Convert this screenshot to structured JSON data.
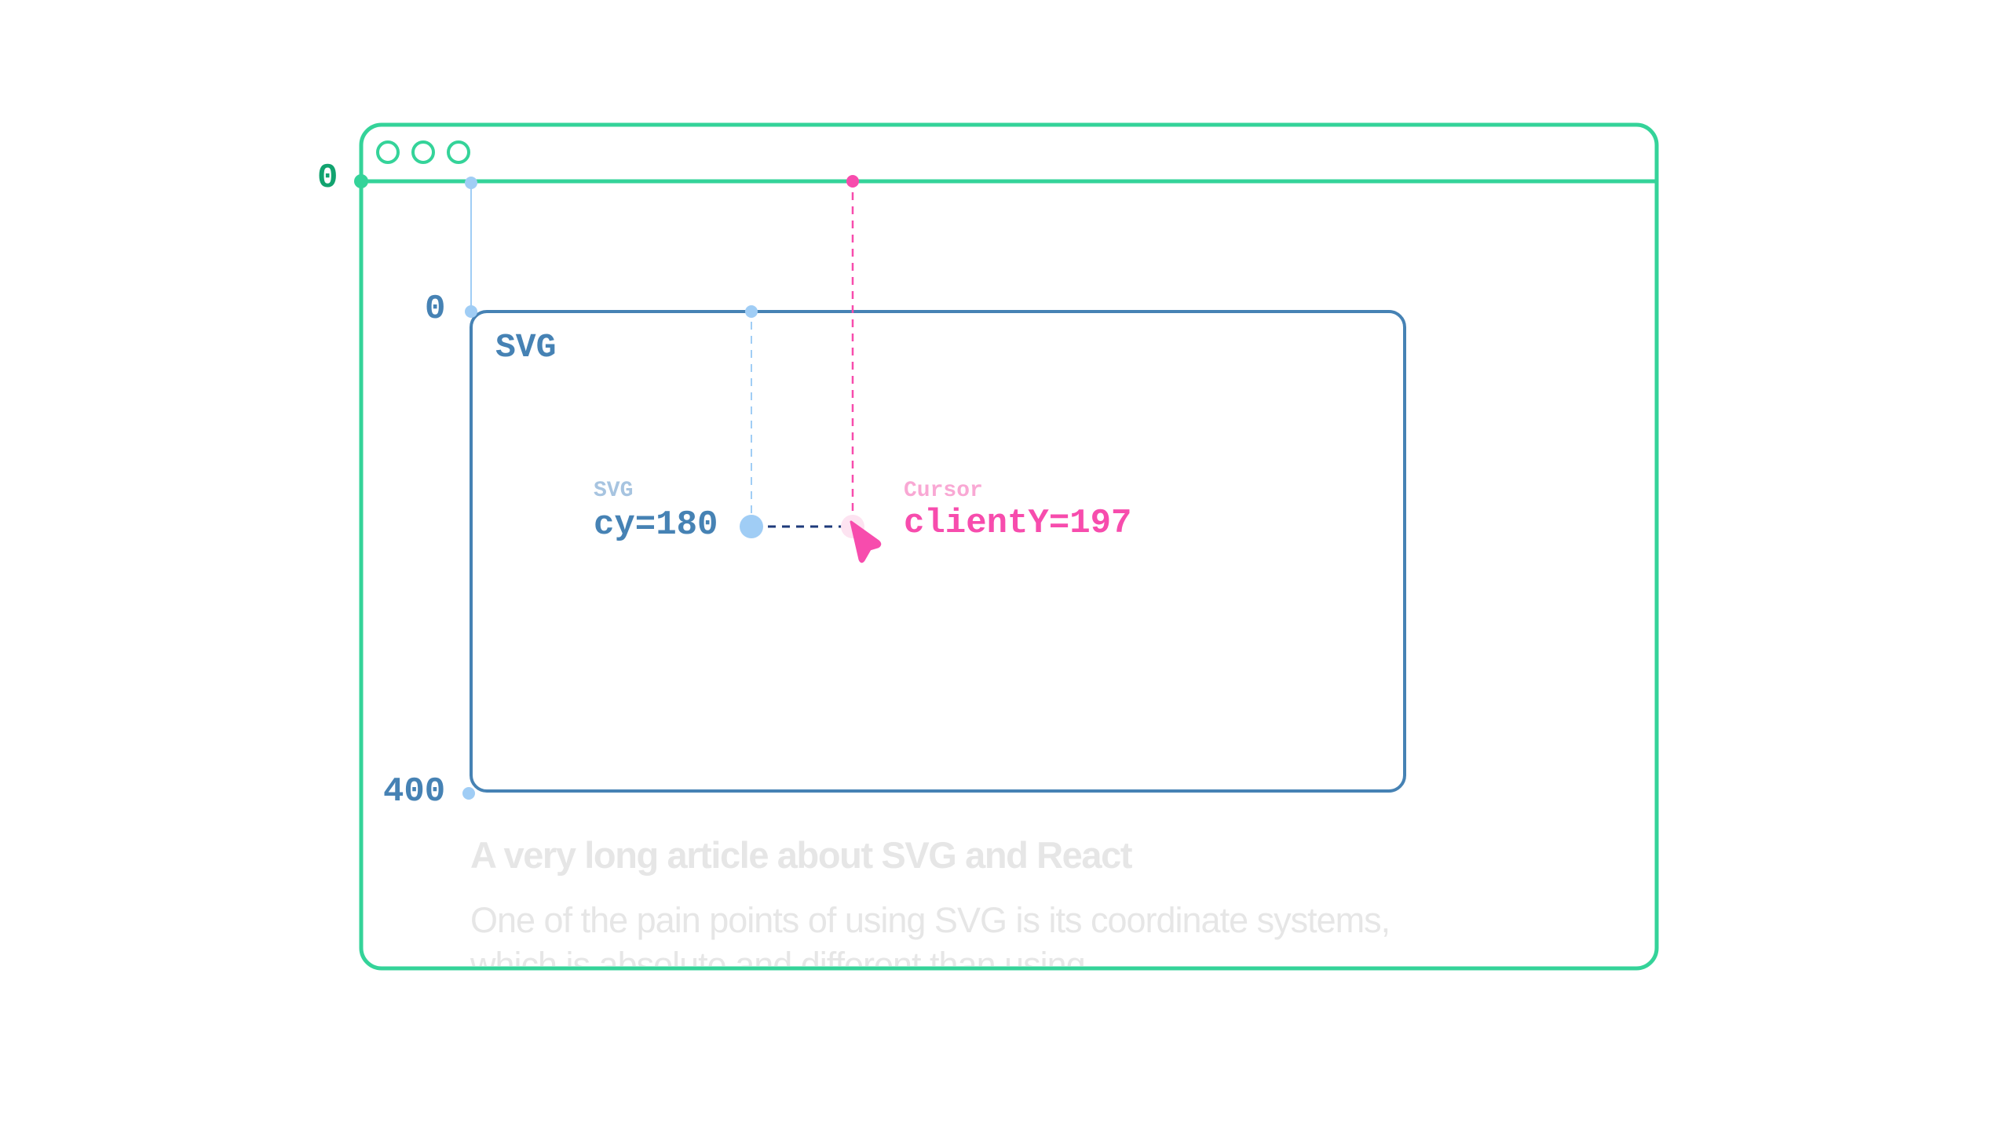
{
  "colors": {
    "browser": "#34d399",
    "browser_label": "#11a36f",
    "svg": "#4682b4",
    "svg_light": "#a0cdf5",
    "cursor": "#f74cad",
    "cursor_light": "#f9a8d4",
    "article_text": "#e6e6e6"
  },
  "browser": {
    "window_controls": [
      "circle-outline",
      "circle-outline",
      "circle-outline"
    ],
    "origin_label": "0"
  },
  "svg_box": {
    "title": "SVG",
    "top_label": "0",
    "bottom_label": "400"
  },
  "svg_point": {
    "caption": "SVG",
    "value": "cy=180"
  },
  "cursor_point": {
    "caption": "Cursor",
    "value": "clientY=197",
    "icon": "cursor-arrow-icon"
  },
  "article": {
    "heading": "A very long article about SVG and React",
    "paragraph": "One of the pain  points of using SVG is its coordinate systems, which is absolute and different than using"
  }
}
